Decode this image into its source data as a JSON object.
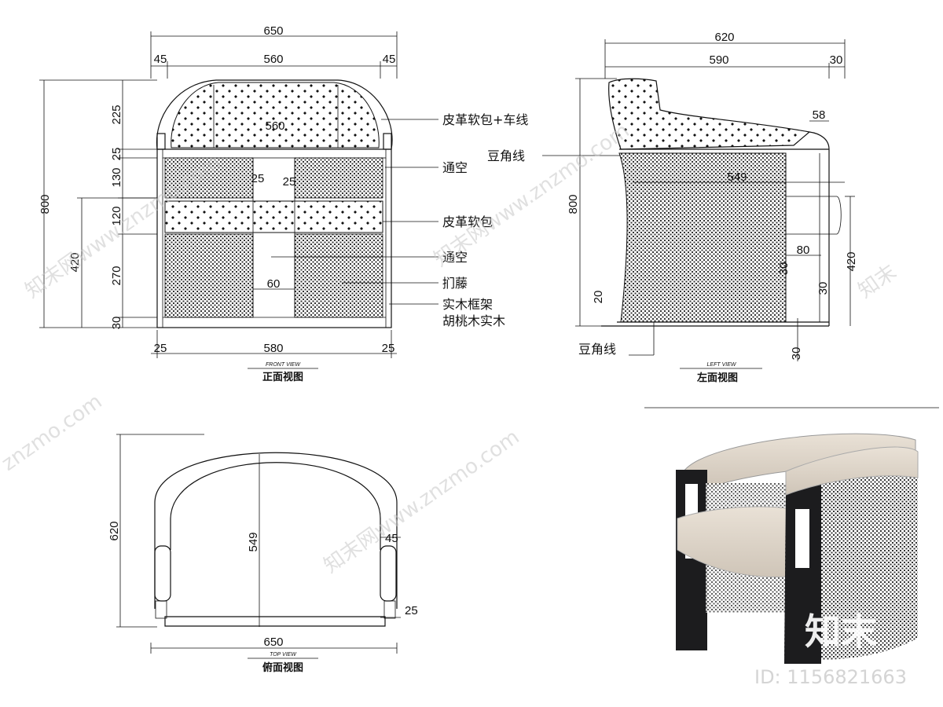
{
  "front_view": {
    "title_en": "FRONT VIEW",
    "title_cn": "正面视图",
    "dims_top": [
      "650",
      "45",
      "560",
      "45"
    ],
    "dims_left": [
      "800",
      "420",
      "225",
      "25",
      "130",
      "120",
      "270",
      "30"
    ],
    "dims_bottom": [
      "25",
      "580",
      "25"
    ],
    "dims_inner": [
      "560",
      "25",
      "25",
      "60"
    ],
    "labels": [
      "皮革软包+车线",
      "通空",
      "皮革软包",
      "通空",
      "扪藤",
      "实木框架",
      "胡桃木实木"
    ]
  },
  "left_view": {
    "title_en": "LEFT VIEW",
    "title_cn": "左面视图",
    "dims_top": [
      "620",
      "590",
      "30"
    ],
    "dims": [
      "58",
      "549",
      "800",
      "420",
      "80",
      "30",
      "30",
      "20",
      "30"
    ],
    "labels": [
      "豆角线",
      "豆角线"
    ]
  },
  "top_view": {
    "title_en": "TOP VIEW",
    "title_cn": "俯面视图",
    "dims": [
      "620",
      "549",
      "45",
      "25",
      "650"
    ]
  },
  "watermark": {
    "text": "知末网www.znzmo.com",
    "url": "znzmo.com",
    "brand": "知末",
    "id": "ID: 1156821663"
  }
}
